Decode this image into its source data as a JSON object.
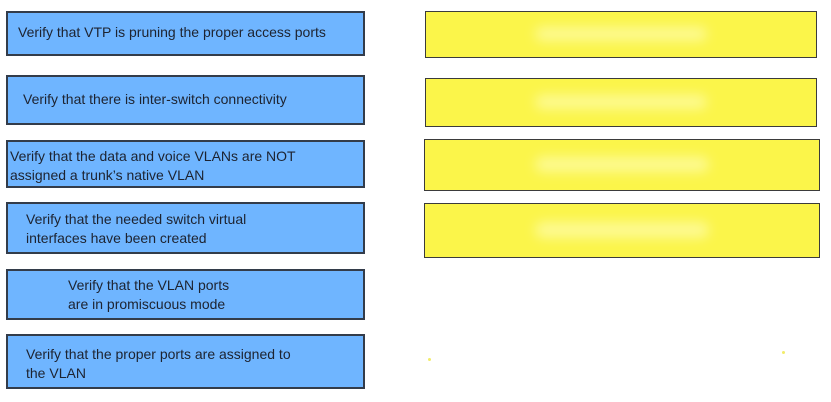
{
  "options": [
    {
      "label": "Verify that VTP is pruning the proper access ports"
    },
    {
      "label": "Verify that there is inter-switch connectivity"
    },
    {
      "label": "Verify that the data and voice VLANs are NOT\nassigned a trunk’s native VLAN"
    },
    {
      "label": "Verify that the needed switch virtual\ninterfaces have been created"
    },
    {
      "label": "Verify that the VLAN ports\nare in promiscuous mode"
    },
    {
      "label": "Verify that the proper ports are assigned to\nthe VLAN"
    }
  ],
  "colors": {
    "option_fill": "#6fb5ff",
    "option_border": "#333c4a",
    "target_fill": "#fbf54a",
    "target_border": "#3b3b3b"
  }
}
